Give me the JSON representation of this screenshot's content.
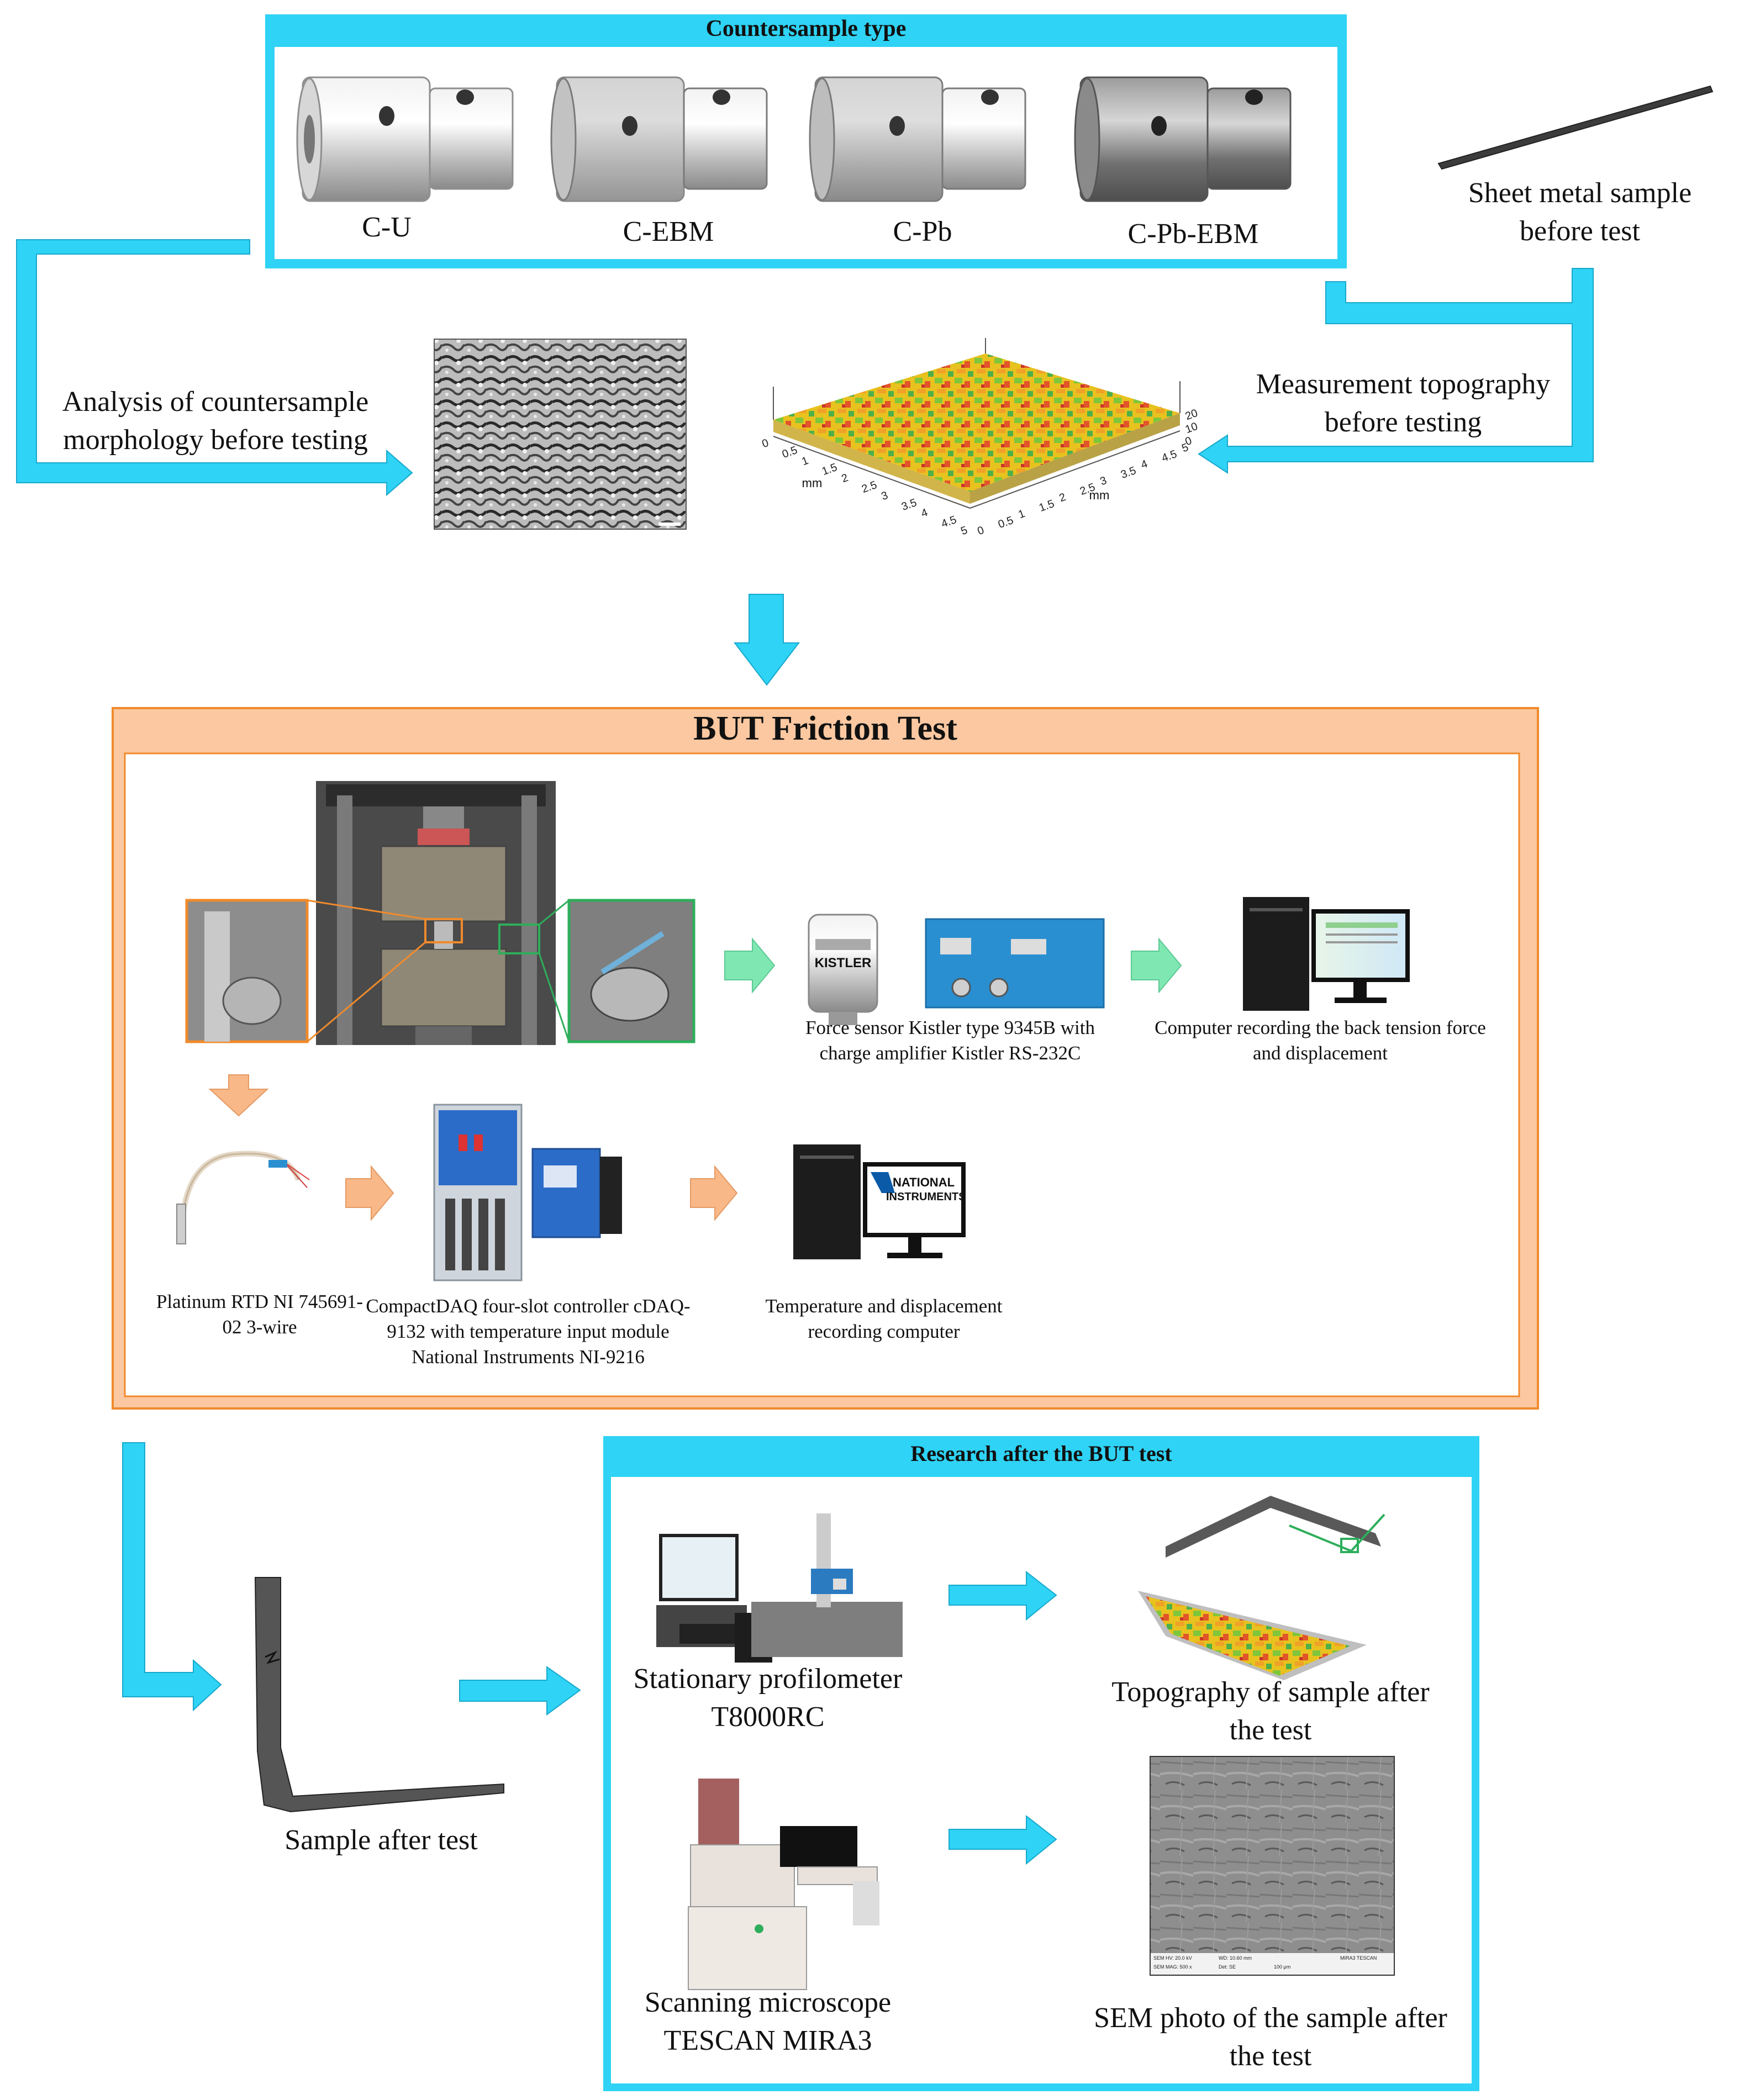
{
  "countersample_panel": {
    "title": "Countersample type",
    "types": [
      "C-U",
      "C-EBM",
      "C-Pb",
      "C-Pb-EBM"
    ],
    "colors": [
      "#e3e3e3",
      "#c4c4c4",
      "#b2b2b2",
      "#8c8c8c"
    ]
  },
  "sheet_metal": {
    "label": "Sheet metal sample before test"
  },
  "morphology": {
    "label": "Analysis of countersample morphology before testing"
  },
  "topography_before": {
    "label": "Measurement  topography before testing",
    "axis_unit": "mm",
    "x_ticks": [
      "0",
      "0.5",
      "1",
      "1.5",
      "2",
      "2.5",
      "3",
      "3.5",
      "4",
      "4.5",
      "5"
    ],
    "y_ticks": [
      "0",
      "0.5",
      "1",
      "1.5",
      "2",
      "2.5",
      "3",
      "3.5",
      "4",
      "4.5",
      "5"
    ],
    "z_ticks": [
      "20",
      "10",
      "0"
    ]
  },
  "but_panel": {
    "title": "BUT Friction Test",
    "force_sensor": "Force sensor Kistler type 9345B with charge amplifier Kistler RS-232C",
    "computer_force": "Computer recording the back tension force and displacement",
    "rtd": "Platinum RTD NI 745691-02 3-wire",
    "daq": "CompactDAQ four-slot controller cDAQ-9132 with temperature input module National Instruments NI-9216",
    "temp_computer": "Temperature and displacement recording computer",
    "ni_logo_top": "NATIONAL",
    "ni_logo_bottom": "INSTRUMENTS",
    "kistler_brand": "KISTLER"
  },
  "sample_after": {
    "label": "Sample after test"
  },
  "research_panel": {
    "title": "Research after the BUT test",
    "profilometer": "Stationary profilometer T8000RC",
    "topography_after": "Topography of sample after the test",
    "microscope": "Scanning microscope TESCAN MIRA3",
    "sem_photo": "SEM photo of the sample after the test",
    "sem_footer": [
      "SEM HV: 20.0 kV",
      "WD: 10.60 mm",
      "MIRA3 TESCAN",
      "SEM MAG: 500 x",
      "Det: SE",
      "100 μm"
    ]
  },
  "colors": {
    "cyan": "#2fd3f5",
    "orange_border": "#f08a2c",
    "orange_fill": "#fbc8a1",
    "green_arrow": "#7fe8b2",
    "orange_arrow": "#f9b888"
  }
}
